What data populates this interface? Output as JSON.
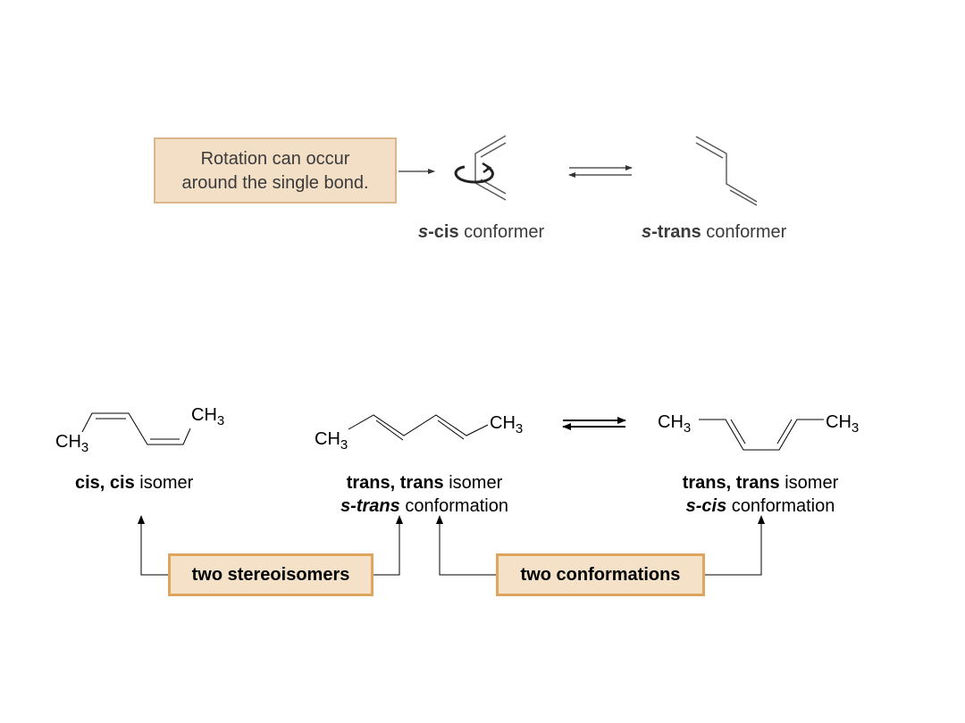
{
  "top_panel": {
    "note_box": {
      "line1": "Rotation can occur",
      "line2": "around the single bond."
    },
    "scis_label": {
      "prefix": "s",
      "bold": "-cis",
      "rest": " conformer"
    },
    "strans_label": {
      "prefix": "s",
      "bold": "-trans",
      "rest": " conformer"
    }
  },
  "bottom_panel": {
    "ch3": {
      "c": "CH",
      "sub": "3"
    },
    "cis_cis": {
      "bold": "cis, cis",
      "rest": " isomer"
    },
    "trans_strans": {
      "line1_bold": "trans, trans",
      "line1_rest": " isomer",
      "line2_bold": "s-trans",
      "line2_rest": " conformation"
    },
    "trans_scis": {
      "line1_bold": "trans, trans",
      "line1_rest": " isomer",
      "line2_bold": "s-cis",
      "line2_rest": " conformation"
    },
    "stereoisomers_box": "two stereoisomers",
    "conformations_box": "two conformations"
  },
  "colors": {
    "top_box_fill": "#f3dfc6",
    "top_box_border": "#dcb68b",
    "bottom_box_fill": "#f5e1c8",
    "bottom_box_border": "#dea55e"
  }
}
